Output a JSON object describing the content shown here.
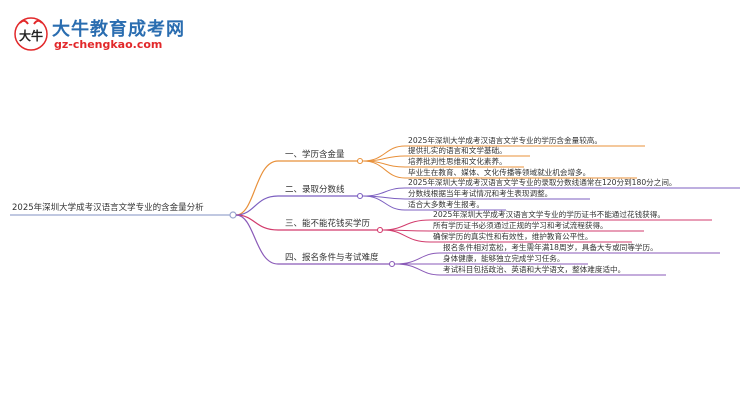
{
  "logo": {
    "title": "大牛教育成考网",
    "url": "gz-chengkao.com",
    "mark_text": "大牛"
  },
  "colors": {
    "branch1": "#e8903a",
    "branch2": "#7c5fc0",
    "branch3": "#d23b6c",
    "branch4": "#8a5ab8",
    "root_node": "#9aa6cf"
  },
  "mindmap": {
    "root": "2025年深圳大学成考汉语言文学专业的含金量分析",
    "branches": [
      {
        "label": "一、学历含金量",
        "leaves": [
          "2025年深圳大学成考汉语言文学专业的学历含金量较高。",
          "提供扎实的语言和文学基础。",
          "培养批判性思维和文化素养。",
          "毕业生在教育、媒体、文化传播等领域就业机会增多。"
        ]
      },
      {
        "label": "二、录取分数线",
        "leaves": [
          "2025年深圳大学成考汉语言文学专业的录取分数线通常在120分到180分之间。",
          "分数线根据当年考试情况和考生表现调整。",
          "适合大多数考生报考。"
        ]
      },
      {
        "label": "三、能不能花钱买学历",
        "leaves": [
          "2025年深圳大学成考汉语言文学专业的学历证书不能通过花钱获得。",
          "所有学历证书必须通过正规的学习和考试流程获得。",
          "确保学历的真实性和有效性，维护教育公平性。"
        ]
      },
      {
        "label": "四、报名条件与考试难度",
        "leaves": [
          "报名条件相对宽松，考生需年满18周岁，具备大专或同等学历。",
          "身体健康，能够独立完成学习任务。",
          "考试科目包括政治、英语和大学语文，整体难度适中。"
        ]
      }
    ]
  }
}
